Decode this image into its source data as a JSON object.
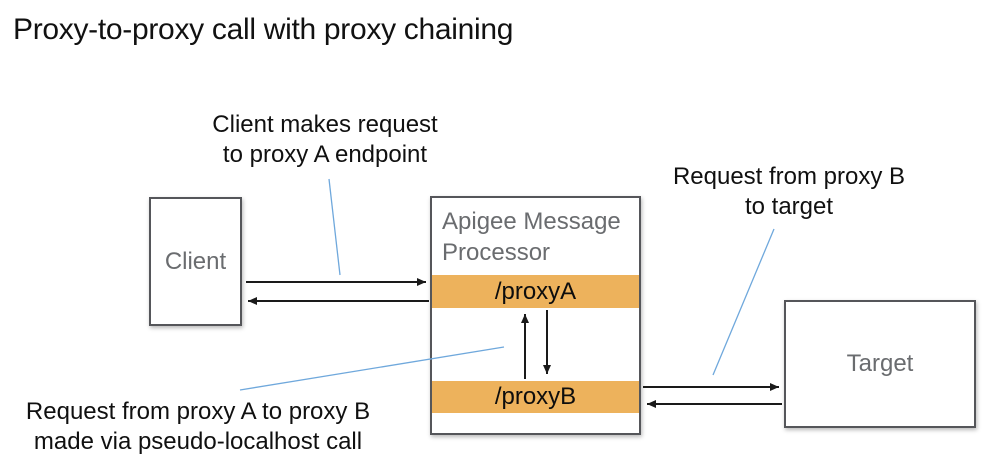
{
  "title": "Proxy-to-proxy call with proxy chaining",
  "annotations": {
    "client_request": {
      "line1": "Client makes request",
      "line2": "to proxy A endpoint"
    },
    "proxyb_to_target": {
      "line1": "Request from proxy B",
      "line2": "to target"
    },
    "proxya_to_proxyb": {
      "line1": "Request from proxy A to proxy B",
      "line2": "made via pseudo-localhost call"
    }
  },
  "nodes": {
    "client": {
      "label": "Client"
    },
    "message_processor": {
      "label": "Apigee Message Processor"
    },
    "proxy_a": {
      "label": "/proxyA"
    },
    "proxy_b": {
      "label": "/proxyB"
    },
    "target": {
      "label": "Target"
    }
  },
  "connectors": {
    "client_to_proxya": "request arrow from Client to /proxyA",
    "proxya_to_client": "response arrow from /proxyA to Client",
    "proxya_to_proxyb": "downward arrow from /proxyA to /proxyB",
    "proxyb_to_proxya": "upward arrow from /proxyB to /proxyA",
    "proxyb_to_target": "request arrow from /proxyB to Target",
    "target_to_proxyb": "response arrow from Target to /proxyB"
  },
  "colors": {
    "proxy_bar": "#EDB25C",
    "leader_line": "#6FA8DC",
    "box_border": "#55565A",
    "box_label": "#6A6C6F",
    "arrow": "#1A1A1A",
    "heading": "#111111"
  }
}
